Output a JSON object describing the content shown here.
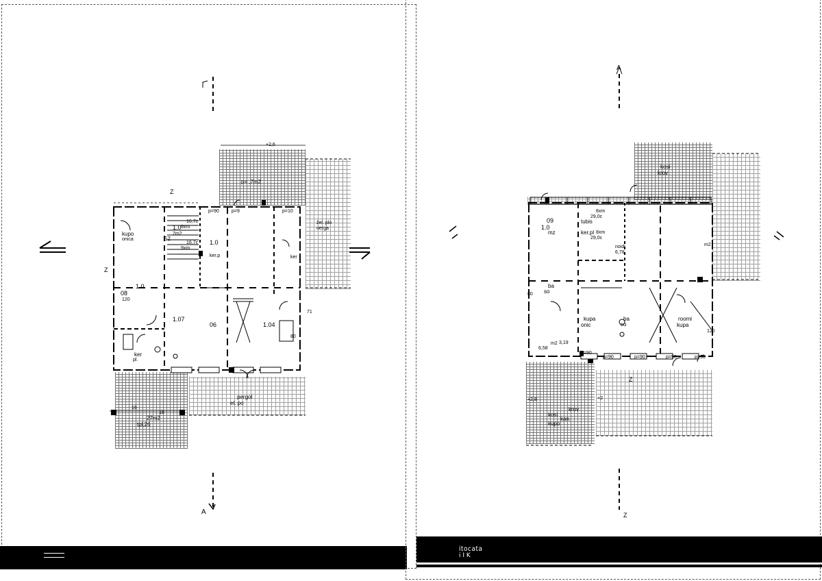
{
  "sheets": [
    {
      "name": "left-sheet",
      "title_block": {
        "line1": "",
        "line2": ""
      },
      "section_marks": {
        "bottom": "A"
      },
      "labels": [
        {
          "text": "+2,6"
        },
        {
          "text": "p=  ,7m2"
        },
        {
          "text": "p=90"
        },
        {
          "text": "p=9"
        },
        {
          "text": "p=10"
        },
        {
          "text": "kupo"
        },
        {
          "text": "onica"
        },
        {
          "text": "1.0"
        },
        {
          "text": "7m2"
        },
        {
          "text": "16,7c"
        },
        {
          "text": "9xm"
        },
        {
          "text": "52"
        },
        {
          "text": "16,7c"
        },
        {
          "text": "9xm"
        },
        {
          "text": "1.0"
        },
        {
          "text": "ker.p"
        },
        {
          "text": "žel. plo"
        },
        {
          "text": "oerga"
        },
        {
          "text": "ker"
        },
        {
          "text": "1.0"
        },
        {
          "text": "08"
        },
        {
          "text": "120"
        },
        {
          "text": "1.07"
        },
        {
          "text": "06"
        },
        {
          "text": "1.04"
        },
        {
          "text": "80"
        },
        {
          "text": "71"
        },
        {
          "text": "ker"
        },
        {
          "text": "pl."
        },
        {
          "text": "Z"
        },
        {
          "text": "pergol"
        },
        {
          "text": "el. po"
        },
        {
          "text": "18"
        },
        {
          "text": "18"
        },
        {
          "text": "27m2"
        },
        {
          "text": "tpl,26"
        },
        {
          "text": "Z"
        }
      ]
    },
    {
      "name": "right-sheet",
      "title_block": {
        "line1": "itocata",
        "line2": "i I K"
      },
      "section_marks": {
        "top": "A"
      },
      "labels": [
        {
          "text": "kosi"
        },
        {
          "text": "krov"
        },
        {
          "text": "8xm"
        },
        {
          "text": "29,0c"
        },
        {
          "text": "8xm"
        },
        {
          "text": "29,0c"
        },
        {
          "text": "tubis"
        },
        {
          "text": "ker.pl"
        },
        {
          "text": "09"
        },
        {
          "text": "1.0"
        },
        {
          "text": "mz"
        },
        {
          "text": "noidi"
        },
        {
          "text": "6,78"
        },
        {
          "text": "m2"
        },
        {
          "text": "ba"
        },
        {
          "text": "so"
        },
        {
          "text": "80"
        },
        {
          "text": "kupa"
        },
        {
          "text": "onic"
        },
        {
          "text": "ba"
        },
        {
          "text": "so"
        },
        {
          "text": "roomi"
        },
        {
          "text": "kupa"
        },
        {
          "text": "120"
        },
        {
          "text": "m2"
        },
        {
          "text": "3,19"
        },
        {
          "text": "6,58"
        },
        {
          "text": "p=90"
        },
        {
          "text": "p=90"
        },
        {
          "text": "p=90"
        },
        {
          "text": "p=90"
        },
        {
          "text": "p=90"
        },
        {
          "text": "Z"
        },
        {
          "text": "krov"
        },
        {
          "text": "kosi"
        },
        {
          "text": "kan."
        },
        {
          "text": "kupo"
        },
        {
          "text": "+2,8"
        },
        {
          "text": "+2"
        },
        {
          "text": "Z"
        }
      ]
    }
  ]
}
